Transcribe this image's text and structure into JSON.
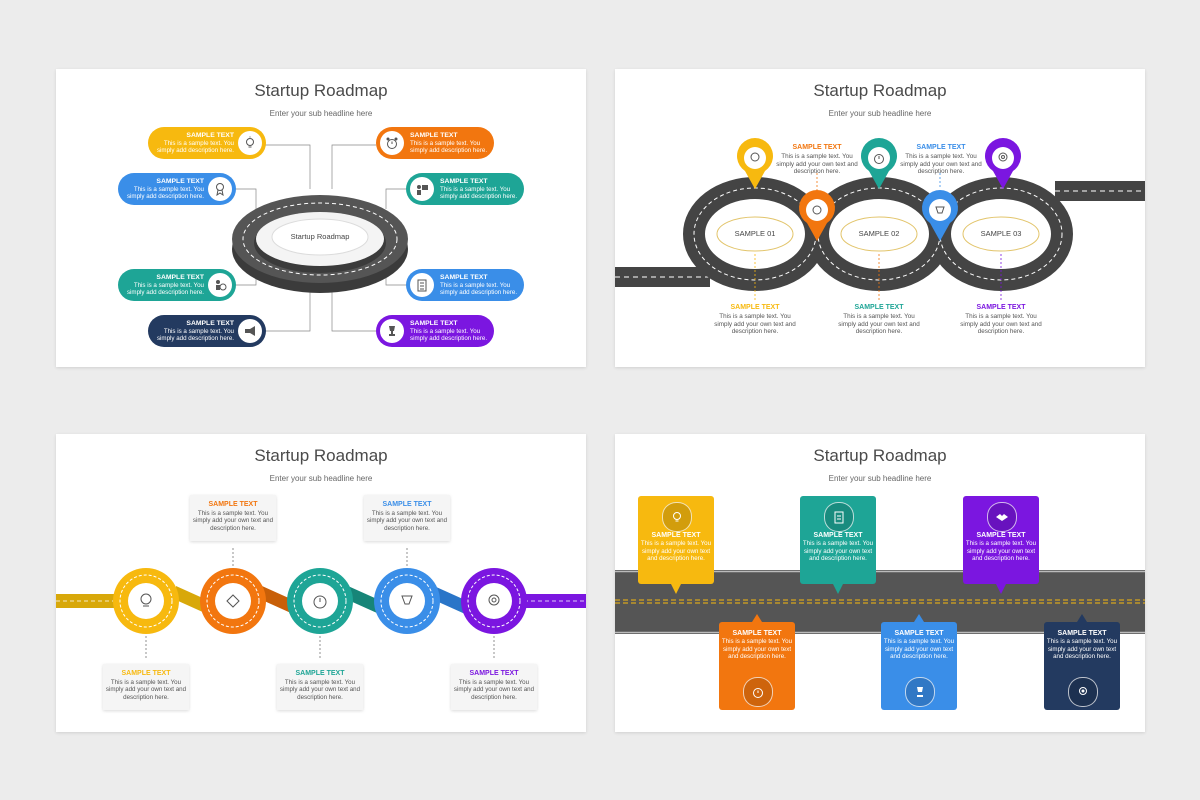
{
  "title": "Startup Roadmap",
  "subtitle": "Enter your sub headline here",
  "sample_head": "SAMPLE TEXT",
  "sample_body": "This is a sample text. You simply add your own text and description here.",
  "colors": {
    "yellow": "#f7b90f",
    "orange": "#f2760f",
    "teal": "#1ea596",
    "blue": "#3a8ee8",
    "purple": "#7b16e0",
    "navy": "#233a60",
    "road": "#444444"
  },
  "slide1": {
    "center_label": "Startup Roadmap",
    "items": [
      {
        "head": "SAMPLE TEXT",
        "body": "This is a sample text. You simply add description here.",
        "icon": "lightbulb-icon",
        "color": "#f7b90f"
      },
      {
        "head": "SAMPLE TEXT",
        "body": "This is a sample text. You simply add description here.",
        "icon": "award-icon",
        "color": "#3a8ee8"
      },
      {
        "head": "SAMPLE TEXT",
        "body": "This is a sample text. You simply add description here.",
        "icon": "team-icon",
        "color": "#1ea596"
      },
      {
        "head": "SAMPLE TEXT",
        "body": "This is a sample text. You simply add description here.",
        "icon": "megaphone-icon",
        "color": "#233a60"
      },
      {
        "head": "SAMPLE TEXT",
        "body": "This is a sample text. You simply add description here.",
        "icon": "alarm-clock-icon",
        "color": "#f2760f"
      },
      {
        "head": "SAMPLE TEXT",
        "body": "This is a sample text. You simply add description here.",
        "icon": "presenter-icon",
        "color": "#1ea596"
      },
      {
        "head": "SAMPLE TEXT",
        "body": "This is a sample text. You simply add description here.",
        "icon": "checklist-icon",
        "color": "#3a8ee8"
      },
      {
        "head": "SAMPLE TEXT",
        "body": "This is a sample text. You simply add description here.",
        "icon": "trophy-icon",
        "color": "#7b16e0"
      }
    ]
  },
  "slide2": {
    "samples": [
      "SAMPLE 01",
      "SAMPLE 02",
      "SAMPLE 03"
    ]
  }
}
